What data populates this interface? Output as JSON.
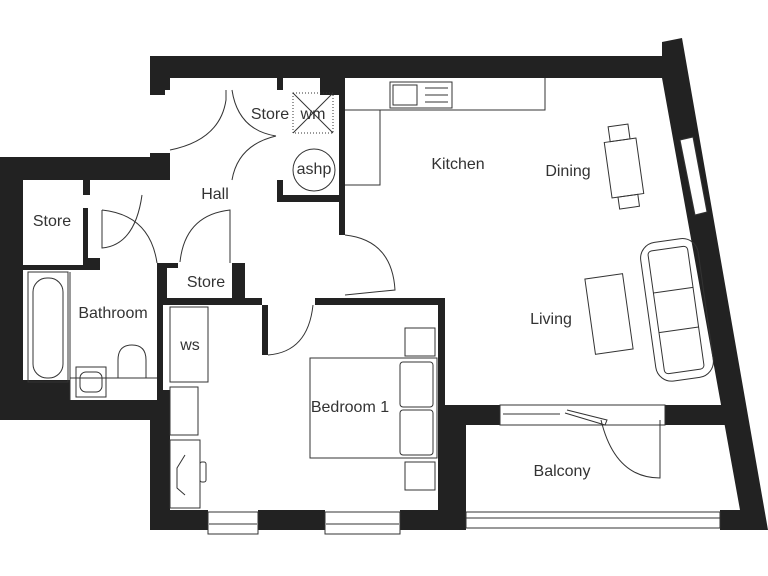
{
  "plan": {
    "wall_color": "#222222",
    "rooms": {
      "store_wm": "Store",
      "wm": "wm",
      "ashp": "ashp",
      "kitchen": "Kitchen",
      "dining": "Dining",
      "hall": "Hall",
      "store_left": "Store",
      "store_hall": "Store",
      "bathroom": "Bathroom",
      "living": "Living",
      "ws": "ws",
      "bedroom": "Bedroom 1",
      "balcony": "Balcony"
    }
  }
}
